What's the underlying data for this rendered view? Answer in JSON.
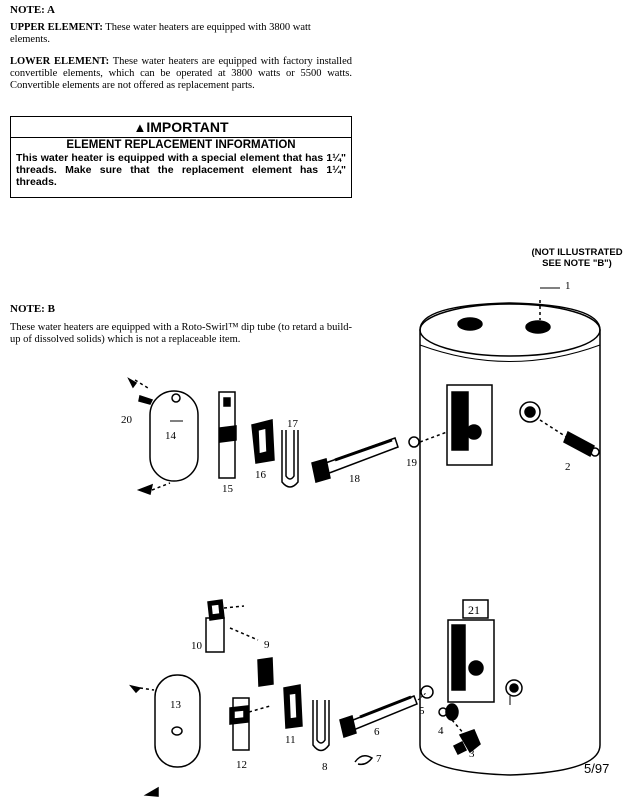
{
  "note_a": {
    "title": "NOTE: A",
    "upper_label": "UPPER ELEMENT:",
    "upper_text": "These water heaters are equipped with 3800 watt elements.",
    "lower_label": "LOWER ELEMENT:",
    "lower_text": "These water heaters are equipped with factory installed convertible elements, which can be operated at 3800 watts or 5500 watts. Convertible elements are not offered as replacement parts."
  },
  "important": {
    "header": "IMPORTANT",
    "warning_icon": "warning-triangle-icon",
    "subheader": "ELEMENT REPLACEMENT INFORMATION",
    "body": "This water heater is equipped with a special element that has 1¼\" threads. Make sure that the replacement element has 1¼\" threads."
  },
  "note_not_illustrated": {
    "line1": "(NOT ILLUSTRATED",
    "line2": "SEE NOTE \"B\")"
  },
  "note_b": {
    "title": "NOTE: B",
    "text": "These water heaters are equipped with a Roto-Swirl™ dip tube (to retard a build-up of dissolved solids) which is not a replaceable item."
  },
  "part_labels": {
    "p1": "1",
    "p2": "2",
    "p3": "3",
    "p4": "4",
    "p5": "5",
    "p6": "6",
    "p7": "7",
    "p8": "8",
    "p9": "9",
    "p10": "10",
    "p11": "11",
    "p12": "12",
    "p13": "13",
    "p14": "14",
    "p15": "15",
    "p16": "16",
    "p17": "17",
    "p18": "18",
    "p19": "19",
    "p20": "20",
    "p21": "21"
  },
  "date_code": "5/97"
}
